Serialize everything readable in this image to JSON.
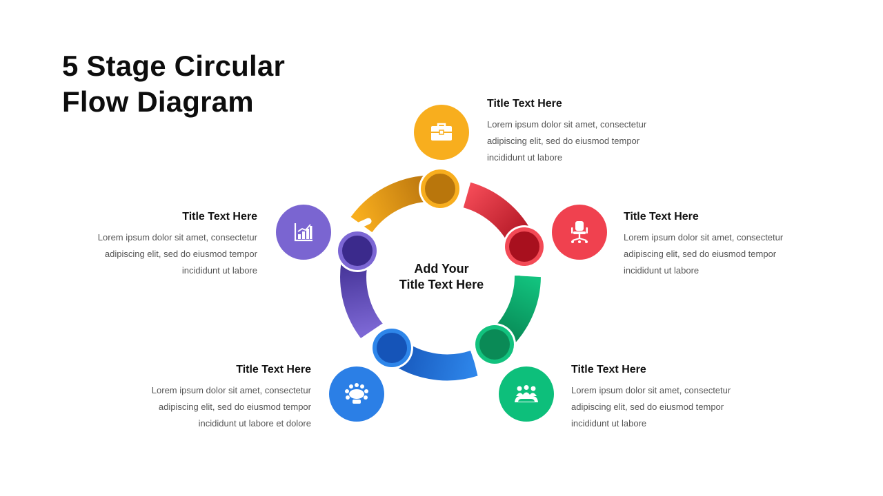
{
  "title": {
    "line1": "5 Stage Circular",
    "line2": "Flow Diagram"
  },
  "center": {
    "line1": "Add Your",
    "line2": "Title Text Here"
  },
  "colors": {
    "orange": "#F7A51C",
    "red": "#F0414F",
    "green": "#0DBF7B",
    "blue": "#2B7FE6",
    "purple": "#7A65D1"
  },
  "stages": [
    {
      "color": "orange",
      "icon": "briefcase-icon",
      "title": "Title Text Here",
      "lines": [
        "Lorem ipsum dolor sit amet, consectetur",
        "adipiscing elit, sed do eiusmod tempor",
        "incididunt ut labore"
      ]
    },
    {
      "color": "red",
      "icon": "office-chair-icon",
      "title": "Title Text Here",
      "lines": [
        "Lorem ipsum dolor sit amet, consectetur",
        "adipiscing elit, sed do eiusmod tempor",
        "incididunt ut labore"
      ]
    },
    {
      "color": "green",
      "icon": "team-icon",
      "title": "Title Text Here",
      "lines": [
        "Lorem ipsum dolor sit amet, consectetur",
        "adipiscing elit, sed do eiusmod tempor",
        "incididunt ut labore"
      ]
    },
    {
      "color": "blue",
      "icon": "meeting-table-icon",
      "title": "Title Text Here",
      "lines": [
        "Lorem ipsum dolor sit amet, consectetur",
        "adipiscing elit, sed do eiusmod tempor",
        "incididunt ut labore et dolore"
      ]
    },
    {
      "color": "purple",
      "icon": "bar-chart-icon",
      "title": "Title Text Here",
      "lines": [
        "Lorem ipsum dolor sit amet, consectetur",
        "adipiscing elit, sed do eiusmod tempor",
        "incididunt ut labore"
      ]
    }
  ]
}
